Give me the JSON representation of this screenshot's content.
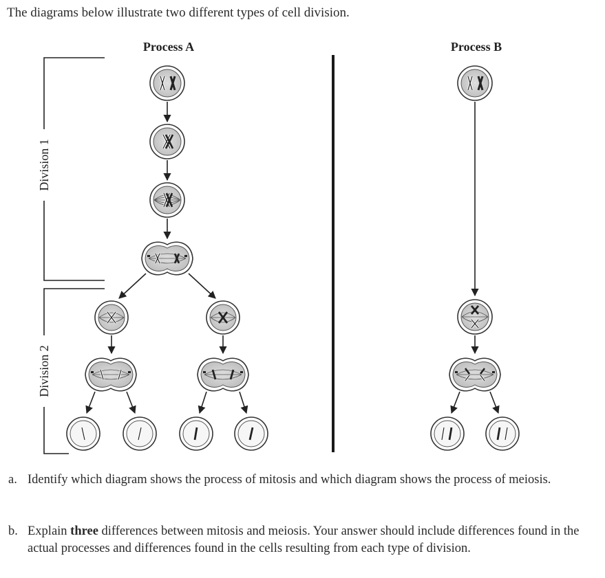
{
  "intro": "The diagrams below illustrate two different types of cell division.",
  "diagram": {
    "process_a_title": "Process A",
    "process_b_title": "Process B",
    "division_1_label": "Division 1",
    "division_2_label": "Division 2"
  },
  "questions": [
    {
      "letter": "a.",
      "parts": [
        "Identify which diagram shows the process of mitosis and which diagram shows the process of meiosis."
      ]
    },
    {
      "letter": "b.",
      "parts": [
        "Explain ",
        "three",
        " differences between mitosis and meiosis. Your answer should include differences found in the actual processes and differences found in the cells resulting from each type of division."
      ]
    }
  ]
}
